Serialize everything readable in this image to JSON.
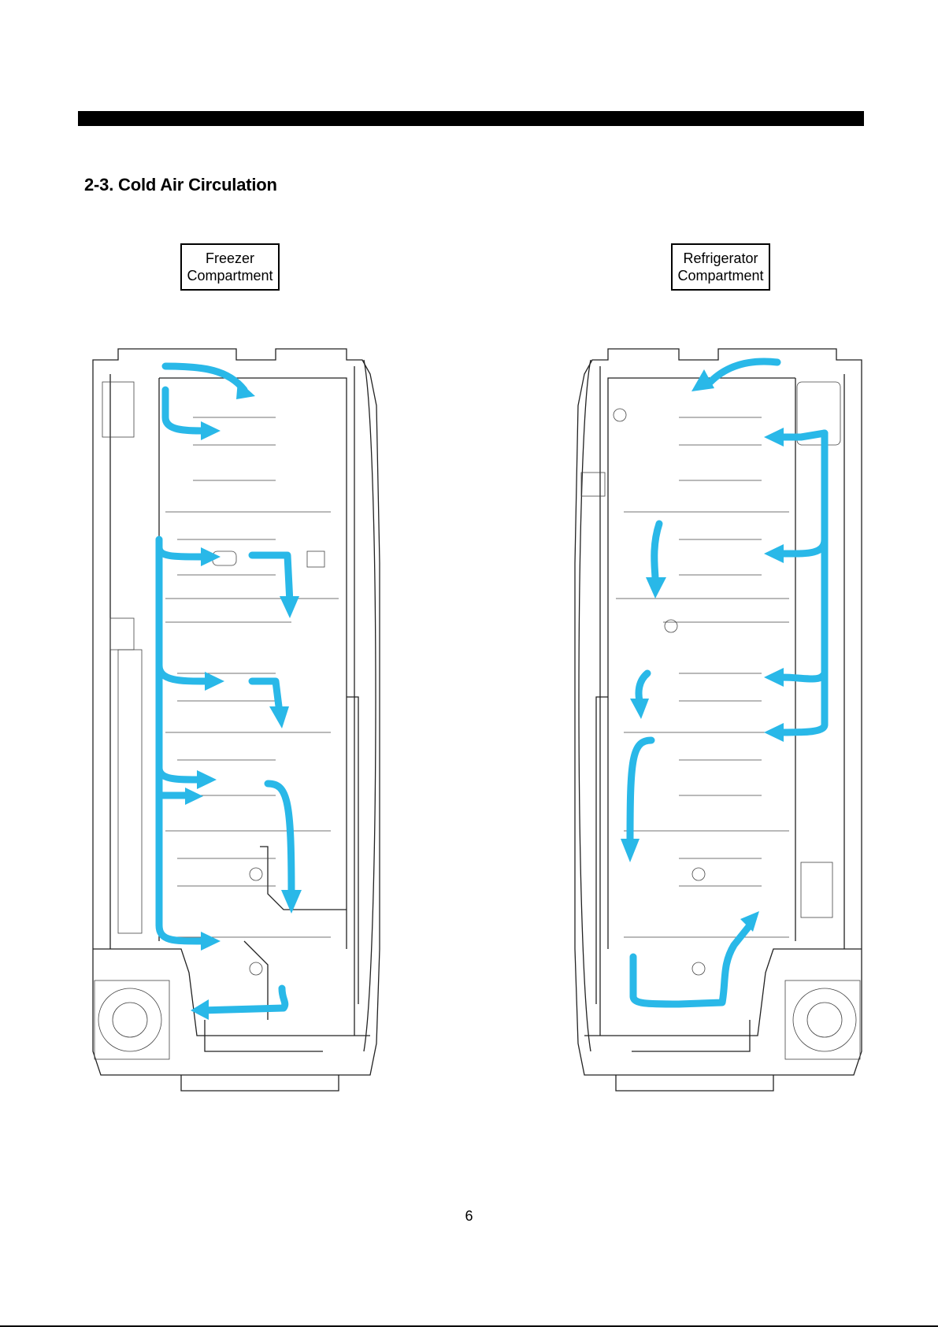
{
  "section": {
    "title": "2-3. Cold Air Circulation"
  },
  "labels": {
    "freezer": {
      "line1": "Freezer",
      "line2": "Compartment"
    },
    "refrigerator": {
      "line1": "Refrigerator",
      "line2": "Compartment"
    }
  },
  "page": {
    "number": "6"
  },
  "colors": {
    "air_flow": "#29b8e8",
    "line_art": "#222222",
    "bar": "#000000"
  }
}
